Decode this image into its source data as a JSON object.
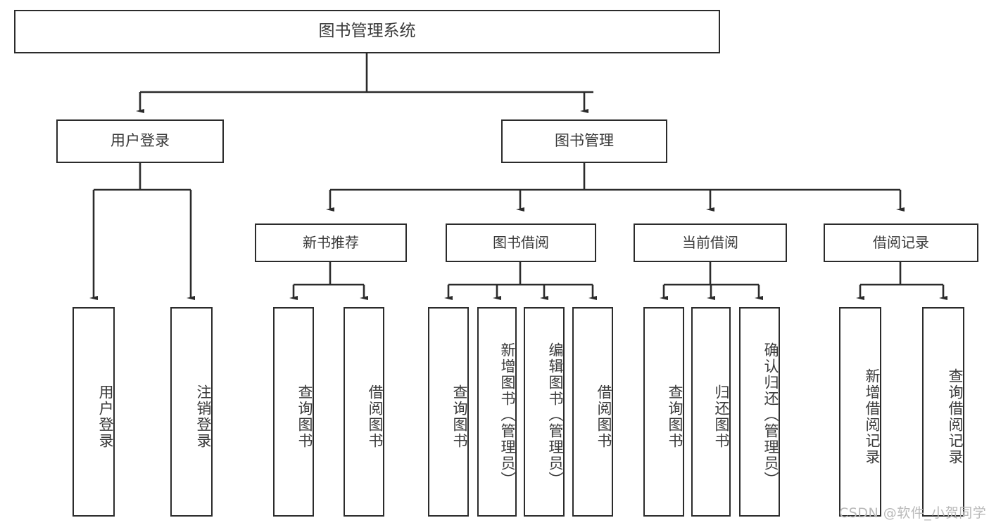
{
  "diagram": {
    "title": "图书管理系统",
    "type": "功能结构图",
    "background_color": "#ffffff",
    "line_color": "#2b2b2b",
    "text_color": "#3a3a3a"
  },
  "watermark": {
    "text": "CSDN @软件_小贺同学",
    "color": "#b9b9b9"
  },
  "nodes": {
    "root": {
      "label": "图书管理系统"
    },
    "level2": [
      {
        "id": "user-login",
        "label": "用户登录"
      },
      {
        "id": "book-manage",
        "label": "图书管理"
      }
    ],
    "level3": [
      {
        "id": "new-book-recommend",
        "label": "新书推荐"
      },
      {
        "id": "book-borrow",
        "label": "图书借阅"
      },
      {
        "id": "current-borrow",
        "label": "当前借阅"
      },
      {
        "id": "borrow-record",
        "label": "借阅记录"
      }
    ],
    "leaves": [
      {
        "id": "leaf-user-login",
        "label": "用户登录",
        "parent": "user-login"
      },
      {
        "id": "leaf-logout",
        "label": "注销登录",
        "parent": "user-login"
      },
      {
        "id": "leaf-query-book-1",
        "label": "查询图书",
        "parent": "new-book-recommend"
      },
      {
        "id": "leaf-borrow-book-1",
        "label": "借阅图书",
        "parent": "new-book-recommend"
      },
      {
        "id": "leaf-query-book-2",
        "label": "查询图书",
        "parent": "book-borrow"
      },
      {
        "id": "leaf-add-book",
        "label": "新增图书（管理员）",
        "parent": "book-borrow"
      },
      {
        "id": "leaf-edit-book",
        "label": "编辑图书（管理员）",
        "parent": "book-borrow"
      },
      {
        "id": "leaf-borrow-book-2",
        "label": "借阅图书",
        "parent": "book-borrow"
      },
      {
        "id": "leaf-query-book-3",
        "label": "查询图书",
        "parent": "current-borrow"
      },
      {
        "id": "leaf-return-book",
        "label": "归还图书",
        "parent": "current-borrow"
      },
      {
        "id": "leaf-confirm-return",
        "label": "确认归还（管理员）",
        "parent": "current-borrow"
      },
      {
        "id": "leaf-add-record",
        "label": "新增借阅记录",
        "parent": "borrow-record"
      },
      {
        "id": "leaf-query-record",
        "label": "查询借阅记录",
        "parent": "borrow-record"
      }
    ]
  }
}
